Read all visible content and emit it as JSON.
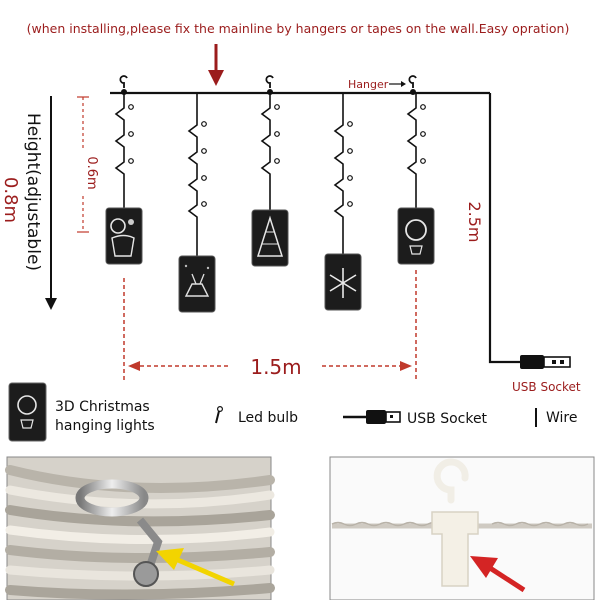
{
  "header_note": "(when installing,please fix the mainline by hangers or tapes on the wall.Easy opration)",
  "hanger_label": "Hanger",
  "height_label": "Height(adjustable)",
  "height_value": "0.8m",
  "strand_length": "0.6m",
  "drop_length": "2.5m",
  "width_value": "1.5m",
  "usb_socket_label": "USB Socket",
  "legend": {
    "light_line1": "3D Christmas",
    "light_line2": "hanging lights",
    "bulb": "Led bulb",
    "usb": "USB Socket",
    "wire": "Wire"
  },
  "colors": {
    "accent_red": "#9b1c1c",
    "wire": "#111111",
    "dim_dash": "#c0392b"
  }
}
